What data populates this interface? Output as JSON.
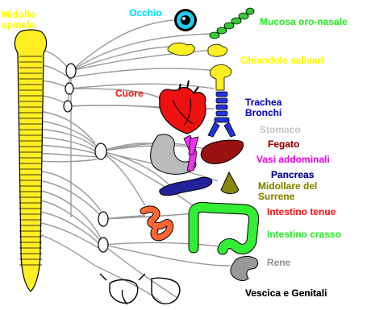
{
  "labels": {
    "spinal_cord": {
      "line1": "Midollo",
      "line2": "spinale",
      "color": "#ffff00"
    },
    "eye": {
      "text": "Occhio",
      "color": "#00e0ff"
    },
    "oronasal_mucosa": {
      "text": "Mucosa oro-nasale",
      "color": "#33ee33"
    },
    "salivary_glands": {
      "text": "Ghiandole salivari",
      "color": "#ffff00"
    },
    "heart": {
      "text": "Cuore",
      "color": "#ff2020"
    },
    "trachea": {
      "line1": "Trachea",
      "line2": "Bronchi",
      "color": "#1010c0"
    },
    "stomach": {
      "text": "Stomaco",
      "color": "#c8c8c8"
    },
    "liver": {
      "text": "Fegato",
      "color": "#990000"
    },
    "abdominal_vessels": {
      "text": "Vasi addominali",
      "color": "#ee10ee"
    },
    "pancreas": {
      "text": "Pancreas",
      "color": "#000099"
    },
    "adrenal_medulla": {
      "line1": "Midollare del",
      "line2": "Surrene",
      "color": "#888800"
    },
    "small_intestine": {
      "text": "Intestino tenue",
      "color": "#ff2020"
    },
    "large_intestine": {
      "text": "Intestino crasso",
      "color": "#33ee33"
    },
    "kidney": {
      "text": "Rene",
      "color": "#999999"
    },
    "bladder_genitals": {
      "text": "Vescica e Genitali",
      "color": "#000000"
    }
  },
  "organ_colors": {
    "spine": "#ffee22",
    "ganglion": "#ffffff",
    "nerve_line": "#999999",
    "heart": "#ee1111",
    "trachea": "#2233dd",
    "stomach": "#bbbbbb",
    "liver": "#991111",
    "vessel": "#ee33ee",
    "pancreas": "#222299",
    "adrenal": "#888811",
    "small_intestine": "#ff6633",
    "large_intestine": "#33ee33",
    "kidney": "#999999",
    "salivary": "#ffee22",
    "mucosa": "#33cc33"
  }
}
